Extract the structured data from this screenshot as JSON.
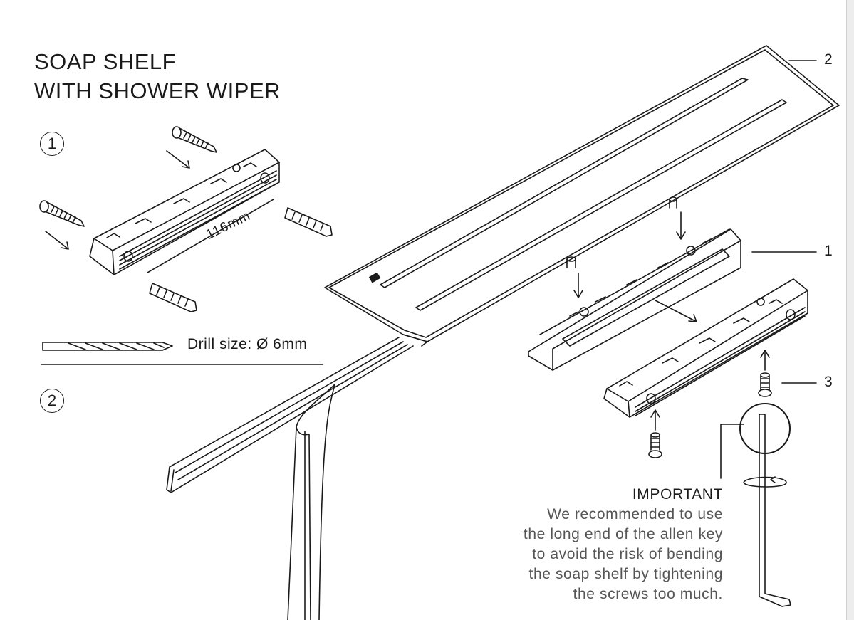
{
  "title": {
    "line1": "SOAP SHELF",
    "line2": "WITH SHOWER WIPER"
  },
  "steps": {
    "step1": "1",
    "step2": "2"
  },
  "dimension": "116mm",
  "drill": "Drill size: Ø 6mm",
  "parts": {
    "p1": "1",
    "p2": "2",
    "p3": "3"
  },
  "note": {
    "heading": "IMPORTANT",
    "lines": [
      "We recommended to use",
      "the long end of the allen key",
      "to avoid the risk of bending",
      "the soap shelf by tightening",
      "the screws too much."
    ]
  }
}
